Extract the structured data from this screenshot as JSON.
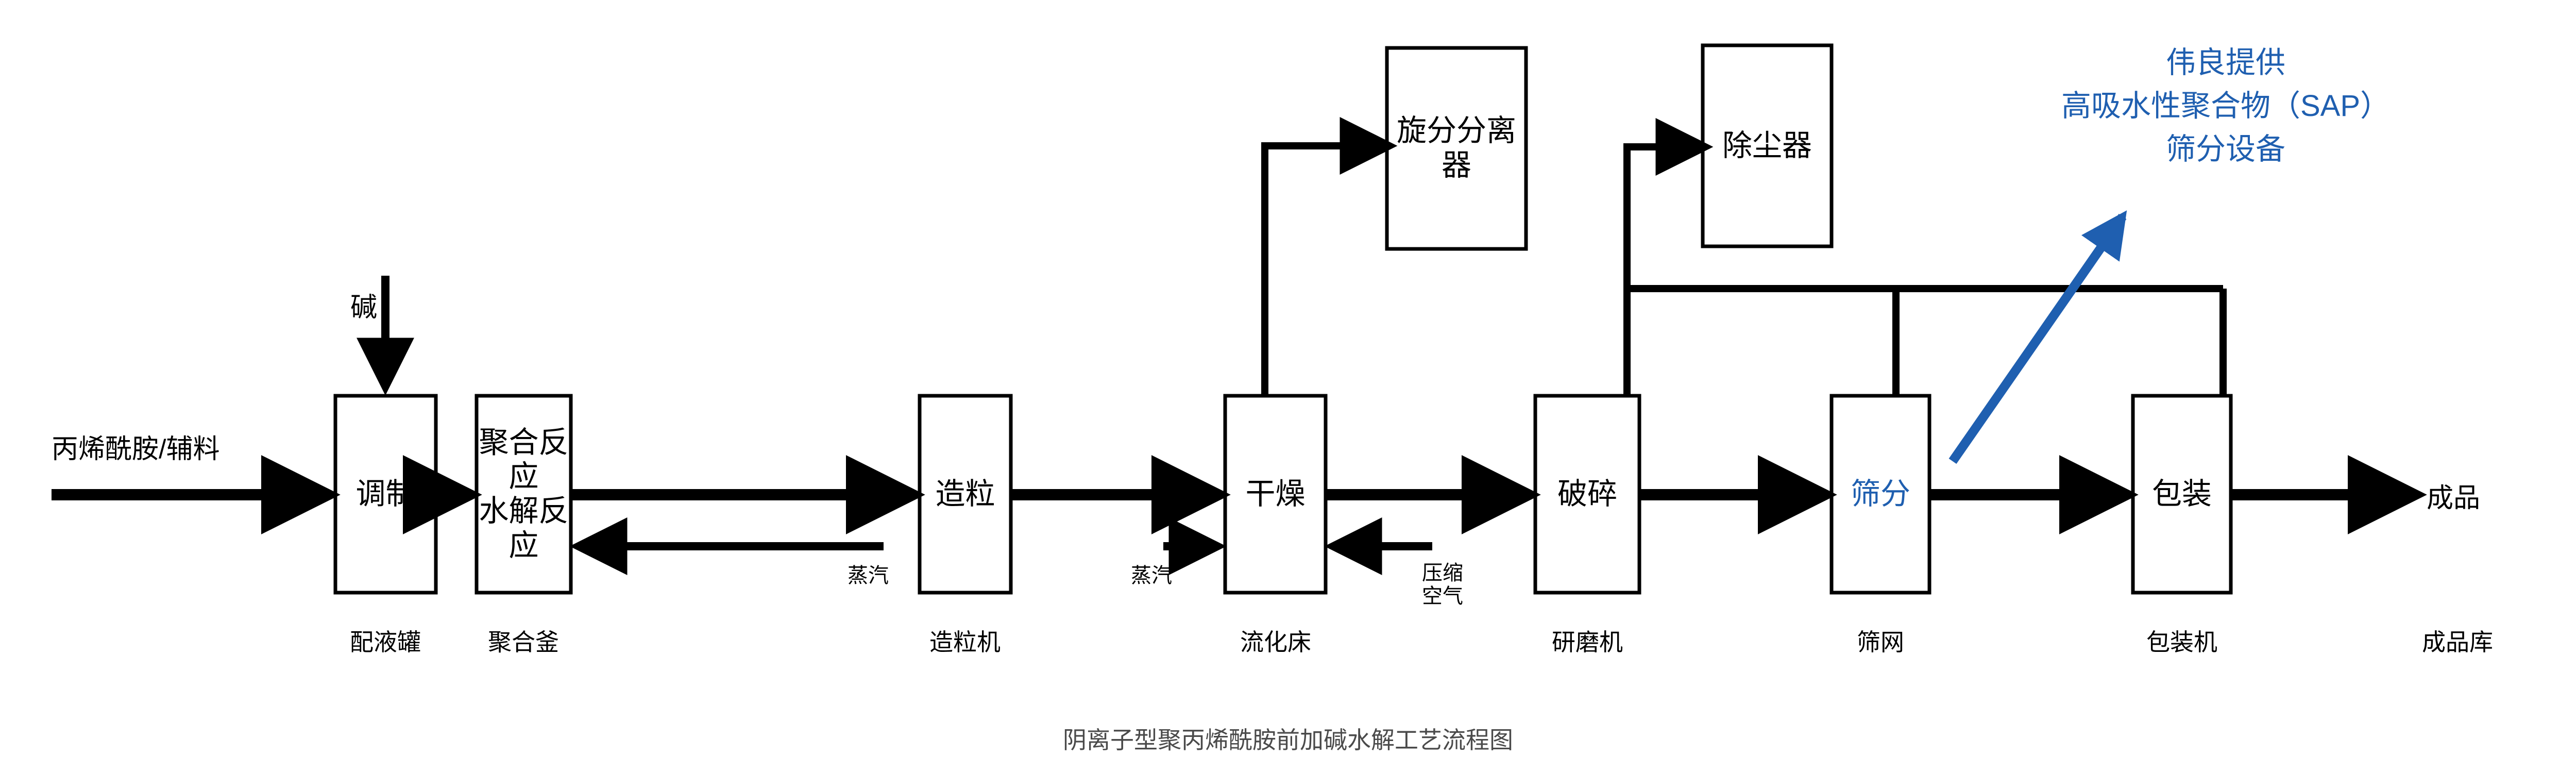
{
  "diagram": {
    "caption": "阴离子型聚丙烯酰胺前加碱水解工艺流程图",
    "colors": {
      "line": "#000000",
      "accent_blue": "#1f5fb0",
      "caption_gray": "#4a4a4a",
      "background": "#ffffff"
    }
  },
  "inputs": {
    "feed": "丙烯酰胺/辅料",
    "alkali": "碱",
    "product": "成品"
  },
  "process_nodes": [
    {
      "id": "tiaozhi",
      "label": "调制",
      "equipment": "配液罐"
    },
    {
      "id": "juhe",
      "label": "聚合反应\n水解反应",
      "equipment": "聚合釜"
    },
    {
      "id": "zaoli",
      "label": "造粒",
      "equipment": "造粒机"
    },
    {
      "id": "ganzao",
      "label": "干燥",
      "equipment": "流化床"
    },
    {
      "id": "posui",
      "label": "破碎",
      "equipment": "研磨机"
    },
    {
      "id": "shaifen",
      "label": "筛分",
      "equipment": "筛网"
    },
    {
      "id": "baozhuang",
      "label": "包装",
      "equipment": "包装机"
    },
    {
      "id": "chengpin",
      "label": "成品",
      "equipment": "成品库"
    }
  ],
  "auxiliary_nodes": [
    {
      "id": "cyclone",
      "label": "旋分分离器"
    },
    {
      "id": "dust",
      "label": "除尘器"
    }
  ],
  "utility_streams": [
    {
      "id": "steam-1",
      "label": "蒸汽"
    },
    {
      "id": "steam-2",
      "label": "蒸汽"
    },
    {
      "id": "air-1",
      "label": "压缩\n空气"
    }
  ],
  "annotation": {
    "text": "伟良提供\n高吸水性聚合物（SAP）\n筛分设备"
  }
}
